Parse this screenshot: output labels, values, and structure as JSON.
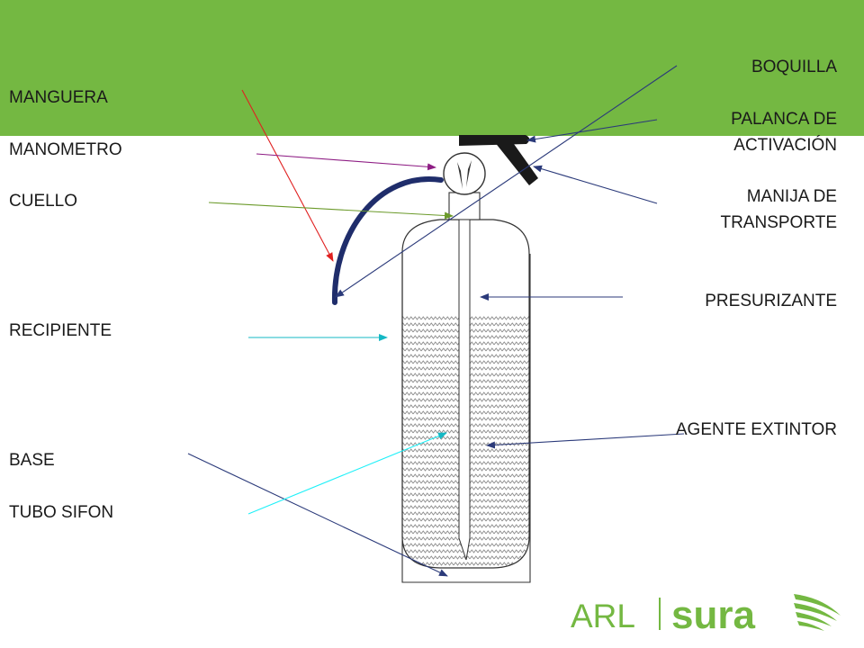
{
  "colors": {
    "banner": "#74b842",
    "hose": "#1f2d6b",
    "logo_green": "#74b842"
  },
  "labels_left": {
    "manguera": "MANGUERA",
    "manometro": "MANOMETRO",
    "cuello": "CUELLO",
    "recipiente": "RECIPIENTE",
    "base": "BASE",
    "tubo_sifon": "TUBO SIFON"
  },
  "labels_right": {
    "boquilla": "BOQUILLA",
    "palanca": "PALANCA DE ACTIVACIÓN",
    "manija": "MANIJA DE TRANSPORTE",
    "presurizante": "PRESURIZANTE",
    "agente": "AGENTE EXTINTOR"
  },
  "logo": {
    "text_left": "ARL",
    "text_right": "sura"
  }
}
